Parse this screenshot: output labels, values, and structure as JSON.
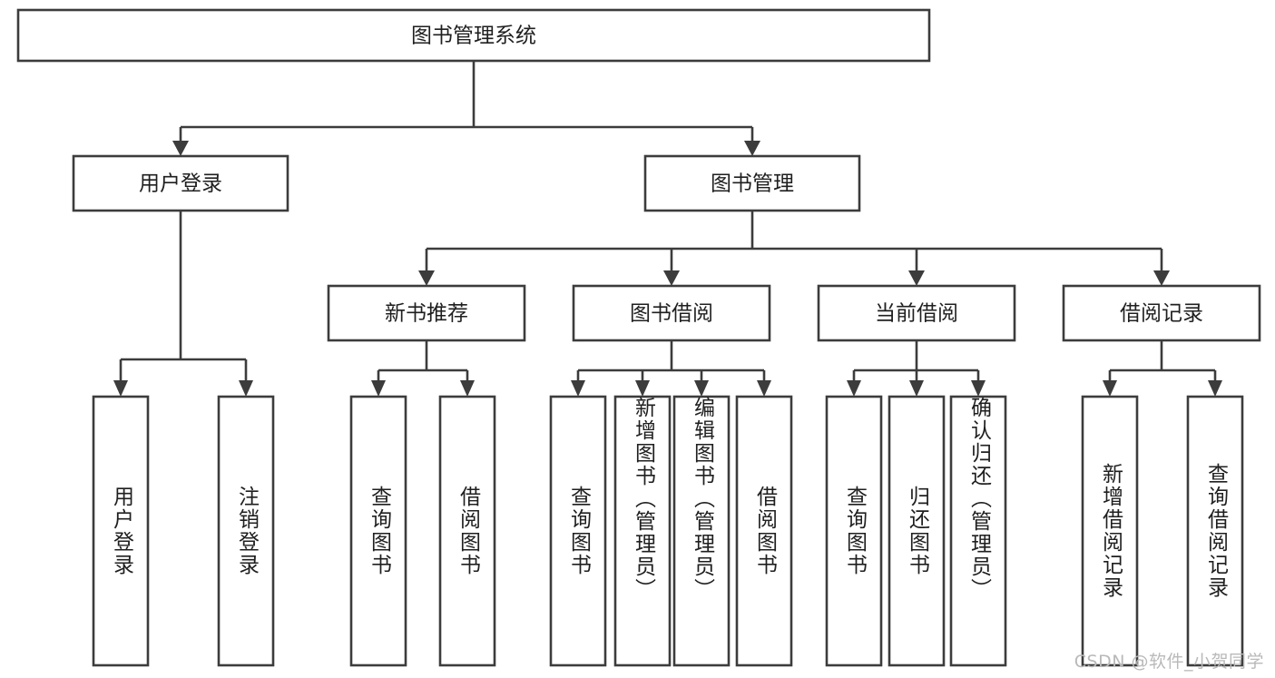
{
  "diagram": {
    "type": "tree-hierarchy-chart",
    "title": "图书管理系统",
    "line_color": "#3c3c3c",
    "box_fill": "#ffffff",
    "text_color": "#1f1f1f",
    "background": "#ffffff",
    "levels": [
      {
        "level": 1,
        "nodes": [
          {
            "id": "root",
            "label": "图书管理系统",
            "orientation": "horizontal"
          }
        ]
      },
      {
        "level": 2,
        "nodes": [
          {
            "id": "login",
            "label": "用户登录",
            "orientation": "horizontal"
          },
          {
            "id": "bookmgmt",
            "label": "图书管理",
            "orientation": "horizontal"
          }
        ]
      },
      {
        "level": 3,
        "nodes": [
          {
            "id": "newbook",
            "label": "新书推荐",
            "orientation": "horizontal"
          },
          {
            "id": "borrow",
            "label": "图书借阅",
            "orientation": "horizontal"
          },
          {
            "id": "current",
            "label": "当前借阅",
            "orientation": "horizontal"
          },
          {
            "id": "records",
            "label": "借阅记录",
            "orientation": "horizontal"
          }
        ]
      },
      {
        "level": 4,
        "nodes": [
          {
            "id": "leaf1",
            "label": "用户登录",
            "orientation": "vertical",
            "parent": "login"
          },
          {
            "id": "leaf2",
            "label": "注销登录",
            "orientation": "vertical",
            "parent": "login"
          },
          {
            "id": "leaf3",
            "label": "查询图书",
            "orientation": "vertical",
            "parent": "newbook"
          },
          {
            "id": "leaf4",
            "label": "借阅图书",
            "orientation": "vertical",
            "parent": "newbook"
          },
          {
            "id": "leaf5",
            "label": "查询图书",
            "orientation": "vertical",
            "parent": "borrow"
          },
          {
            "id": "leaf6",
            "label": "新增图书（管理员）",
            "orientation": "vertical",
            "parent": "borrow"
          },
          {
            "id": "leaf7",
            "label": "编辑图书（管理员）",
            "orientation": "vertical",
            "parent": "borrow"
          },
          {
            "id": "leaf8",
            "label": "借阅图书",
            "orientation": "vertical",
            "parent": "borrow"
          },
          {
            "id": "leaf9",
            "label": "查询图书",
            "orientation": "vertical",
            "parent": "current"
          },
          {
            "id": "leaf10",
            "label": "归还图书",
            "orientation": "vertical",
            "parent": "current"
          },
          {
            "id": "leaf11",
            "label": "确认归还（管理员）",
            "orientation": "vertical",
            "parent": "current"
          },
          {
            "id": "leaf12",
            "label": "新增借阅记录",
            "orientation": "vertical",
            "parent": "records"
          },
          {
            "id": "leaf13",
            "label": "查询借阅记录",
            "orientation": "vertical",
            "parent": "records"
          }
        ]
      }
    ]
  },
  "watermark": {
    "text": "CSDN @软件_小贺同学"
  }
}
